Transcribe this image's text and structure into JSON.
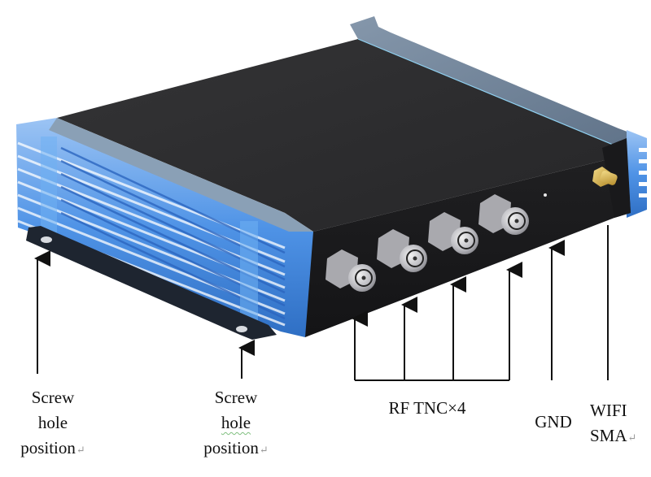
{
  "figure": {
    "subject": "RFID reader enclosure with heatsink fins",
    "colors": {
      "body_top": "#2e2e30",
      "body_front": "#1e1e20",
      "heatsink_blue": "#4a90e2",
      "heatsink_light": "#8fbaf0",
      "end_cap_gray": "#6f8296",
      "connector_silver": "#c8c8cc",
      "sma_gold": "#d4b04a",
      "arrow_color": "#111111"
    }
  },
  "labels": {
    "screw_left": {
      "line1": "Screw",
      "line2": "hole",
      "line3": "position",
      "mark": "↵"
    },
    "screw_right": {
      "line1": "Screw",
      "line2": "hole",
      "line3": "position",
      "mark": "↵"
    },
    "rf_tnc": {
      "text": "RF TNC×4"
    },
    "gnd": {
      "text": "GND"
    },
    "wifi_sma": {
      "line1": "WIFI",
      "line2": "SMA",
      "mark": "↵"
    }
  },
  "callouts": [
    {
      "name": "screw-hole-left",
      "target": "left screw hole"
    },
    {
      "name": "screw-hole-right",
      "target": "right screw hole"
    },
    {
      "name": "rf-tnc-1",
      "target": "RF TNC connector 1"
    },
    {
      "name": "rf-tnc-2",
      "target": "RF TNC connector 2"
    },
    {
      "name": "rf-tnc-3",
      "target": "RF TNC connector 3"
    },
    {
      "name": "rf-tnc-4",
      "target": "RF TNC connector 4"
    },
    {
      "name": "gnd",
      "target": "ground terminal"
    },
    {
      "name": "wifi-sma",
      "target": "WIFI SMA connector"
    }
  ]
}
